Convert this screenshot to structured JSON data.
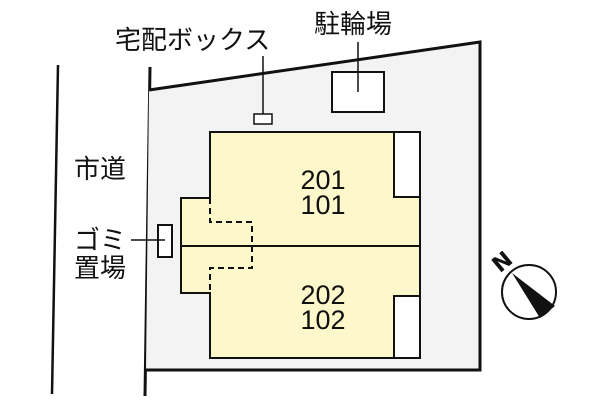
{
  "labels": {
    "delivery_box": "宅配ボックス",
    "bicycle_parking": "駐輪場",
    "city_road": "市道",
    "garbage_line1": "ゴミ",
    "garbage_line2": "置場"
  },
  "units": {
    "upper_unit": {
      "floor2": "201",
      "floor1": "101"
    },
    "lower_unit": {
      "floor2": "202",
      "floor1": "102"
    }
  },
  "compass": {
    "letter": "N"
  },
  "colors": {
    "building_fill": "#fdf8cc",
    "lot_fill": "#f3f3f3",
    "line": "#111111",
    "background": "#ffffff"
  }
}
